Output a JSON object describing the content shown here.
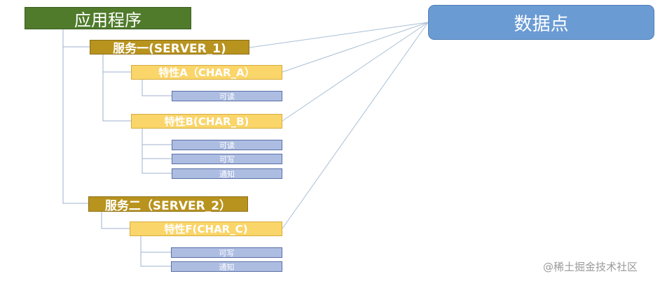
{
  "app": {
    "label": "应用程序"
  },
  "services": [
    {
      "label": "服务一(SERVER_1)",
      "characteristics": [
        {
          "label": "特性A（CHAR_A）",
          "properties": [
            "可读"
          ]
        },
        {
          "label": "特性B(CHAR_B)",
          "properties": [
            "可读",
            "可写",
            "通知"
          ]
        }
      ]
    },
    {
      "label": "服务二（SERVER_2）",
      "characteristics": [
        {
          "label": "特性F(CHAR_C)",
          "properties": [
            "可写",
            "通知"
          ]
        }
      ]
    }
  ],
  "data_point": {
    "label": "数据点"
  },
  "watermark": "@稀土掘金技术社区",
  "colors": {
    "app": "#4f7b2b",
    "service": "#b8931e",
    "characteristic": "#fad56a",
    "property": "#adbde2",
    "data_point": "#6b9bd3",
    "tree_lines": "#9fb0cf",
    "connector_lines": "#a9bfd6"
  }
}
